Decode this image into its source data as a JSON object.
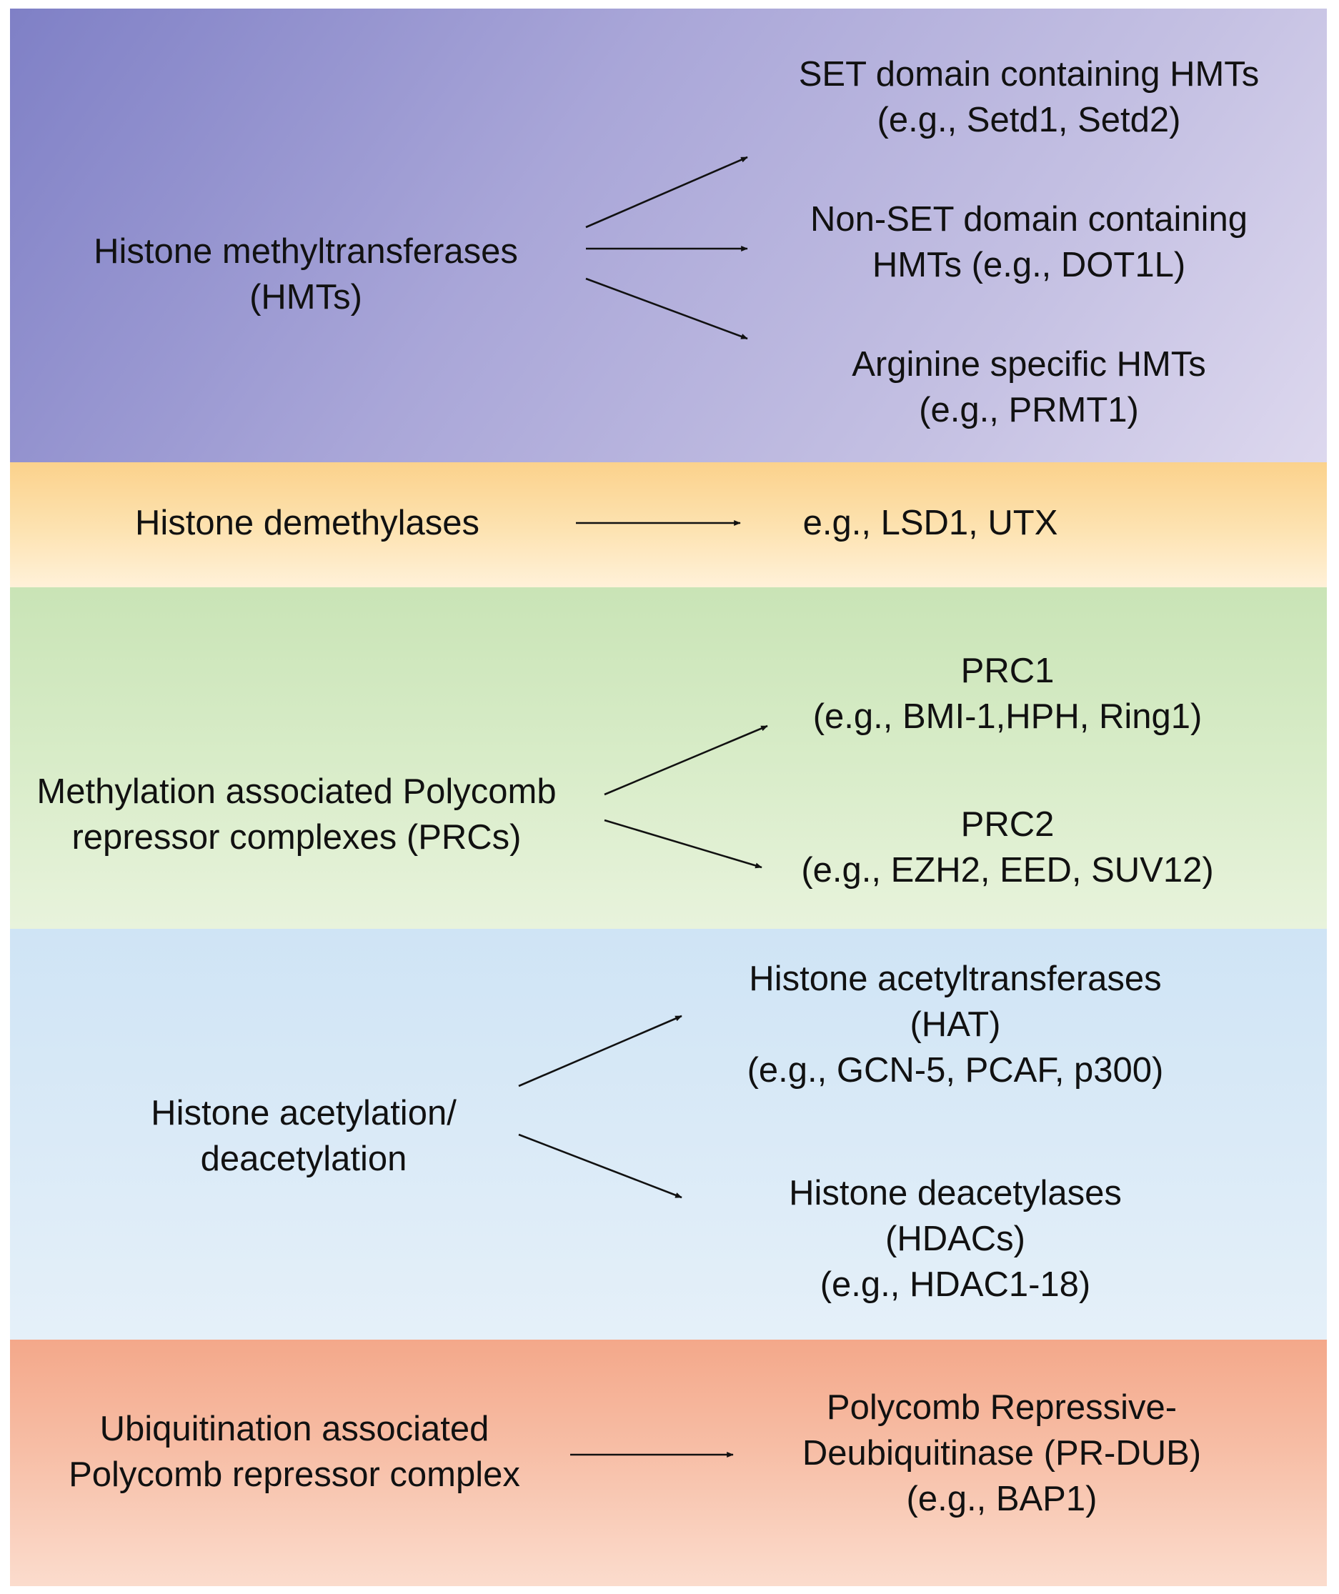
{
  "sections": {
    "hmt": {
      "source": [
        "Histone methyltransferases",
        "(HMTs)"
      ],
      "targets": [
        [
          "SET domain containing HMTs",
          "(e.g., Setd1, Setd2)"
        ],
        [
          "Non-SET domain containing",
          "HMTs (e.g., DOT1L)"
        ],
        [
          "Arginine specific HMTs",
          "(e.g., PRMT1)"
        ]
      ]
    },
    "demethylases": {
      "source": [
        "Histone demethylases"
      ],
      "targets": [
        [
          "e.g., LSD1, UTX"
        ]
      ]
    },
    "prc": {
      "source": [
        "Methylation associated Polycomb",
        "repressor complexes (PRCs)"
      ],
      "targets": [
        [
          "PRC1",
          "(e.g., BMI-1,HPH, Ring1)"
        ],
        [
          "PRC2",
          "(e.g., EZH2, EED, SUV12)"
        ]
      ]
    },
    "acetylation": {
      "source": [
        "Histone acetylation/",
        "deacetylation"
      ],
      "targets": [
        [
          "Histone acetyltransferases",
          "(HAT)",
          "(e.g., GCN-5, PCAF, p300)"
        ],
        [
          "Histone deacetylases",
          "(HDACs)",
          "(e.g., HDAC1-18)"
        ]
      ]
    },
    "ubiquitination": {
      "source": [
        "Ubiquitination associated",
        "Polycomb repressor complex"
      ],
      "targets": [
        [
          "Polycomb Repressive-",
          "Deubiquitinase (PR-DUB)",
          "(e.g., BAP1)"
        ]
      ]
    }
  },
  "colors": {
    "hmt_band": "#a9a6d8",
    "demethylases_band": "#fde3b2",
    "prc_band": "#d8ecc8",
    "acetylation_band": "#daeaf7",
    "ubiquitination_band": "#f7bea6",
    "text": "#111111",
    "arrow": "#111111"
  }
}
